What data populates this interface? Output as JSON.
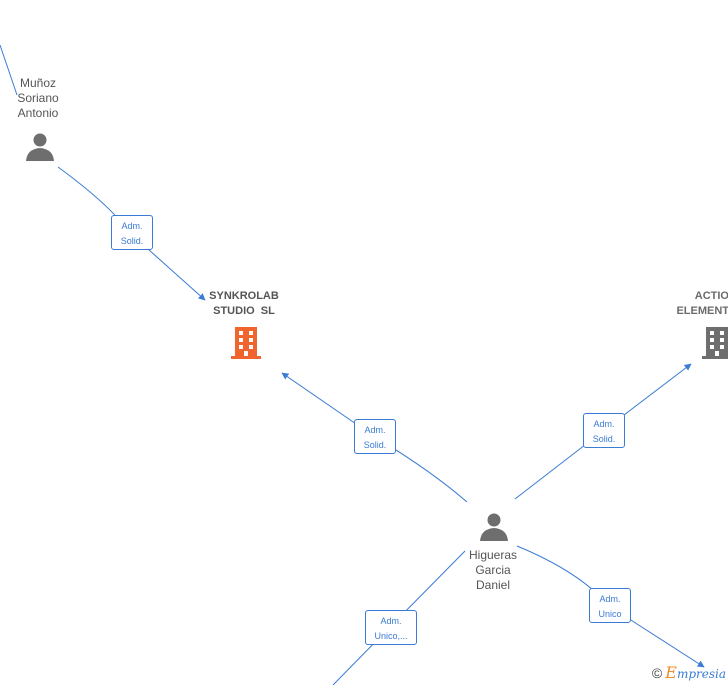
{
  "nodes": {
    "person_munoz": {
      "label_lines": [
        "Muñoz",
        "Soriano",
        "Antonio"
      ]
    },
    "person_higueras": {
      "label_lines": [
        "Higueras",
        "Garcia",
        "Daniel"
      ]
    },
    "company_synkrolab": {
      "label_lines": [
        "SYNKROLAB",
        "STUDIO  SL"
      ],
      "color": "#f0642d"
    },
    "company_action": {
      "label_lines": [
        "ACTIO",
        "ELEMENT"
      ],
      "color": "#6e6e6e"
    }
  },
  "edges": {
    "munoz_synkrolab": {
      "lines": [
        "Adm.",
        "Solid."
      ]
    },
    "higueras_synkrolab": {
      "lines": [
        "Adm.",
        "Solid."
      ]
    },
    "higueras_action": {
      "lines": [
        "Adm.",
        "Solid."
      ]
    },
    "higueras_bottom_right": {
      "lines": [
        "Adm.",
        "Unico"
      ]
    },
    "higueras_bottom_left": {
      "lines": [
        "Adm.",
        "Unico,..."
      ]
    }
  },
  "colors": {
    "edge": "#3a7bd5",
    "person": "#6e6e6e"
  },
  "watermark": {
    "copyright": "©",
    "brand_initial": "E",
    "brand_rest": "mpresia"
  }
}
